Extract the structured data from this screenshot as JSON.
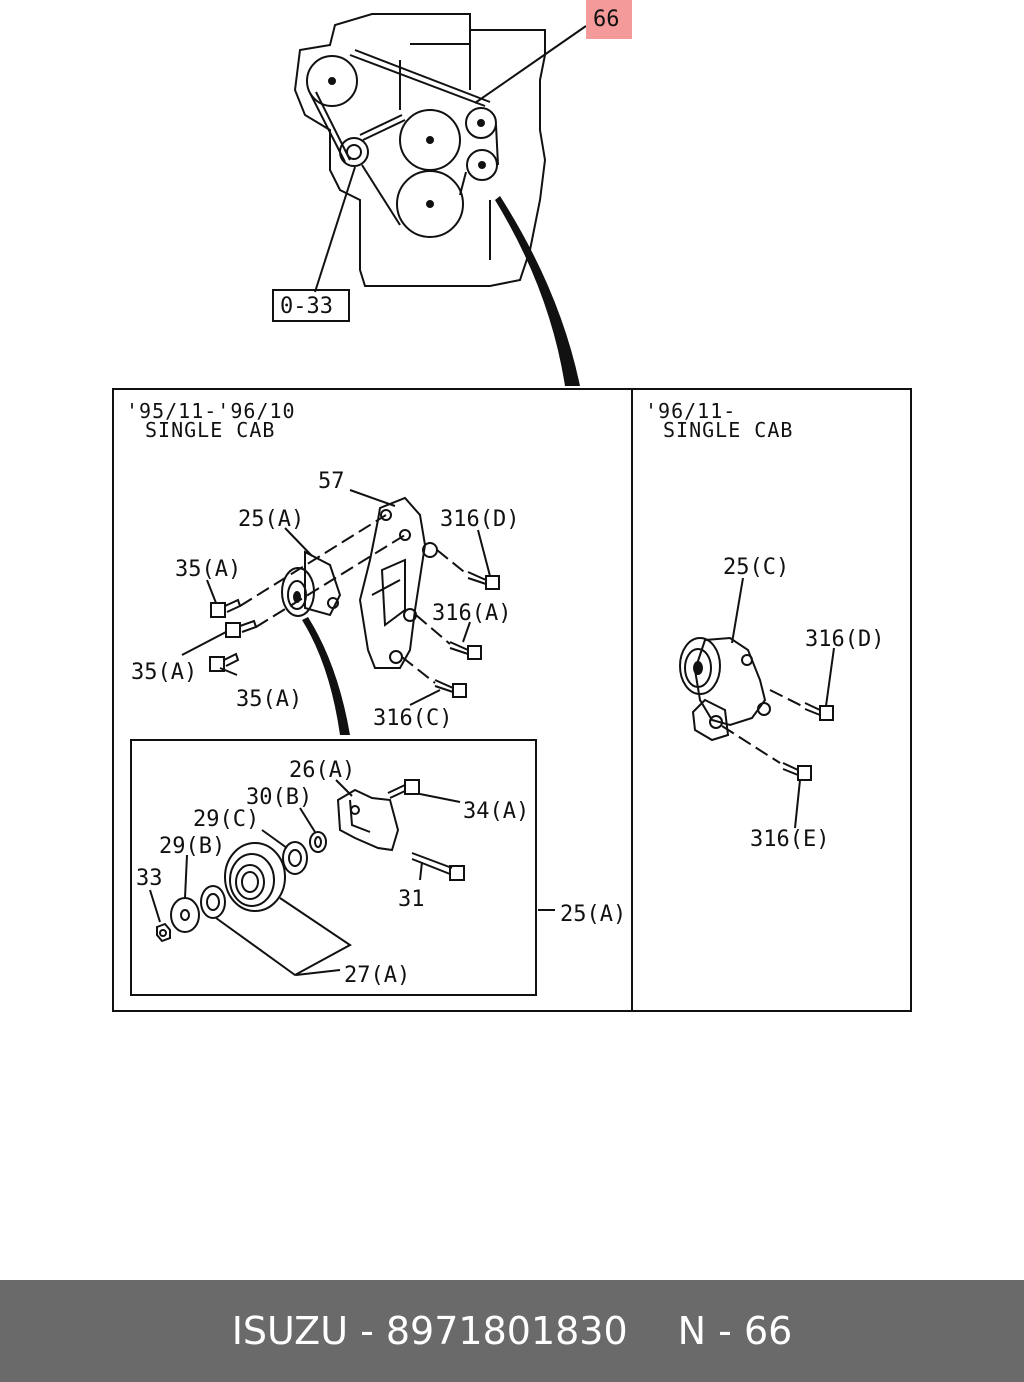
{
  "callouts": {
    "ref_66": "66",
    "ref_0_33": "0-33",
    "l_57": "57",
    "l_25a": "25(A)",
    "l_316d_left": "316(D)",
    "l_35a_top": "35(A)",
    "l_316a": "316(A)",
    "l_35a_mid": "35(A)",
    "l_35a_bot": "35(A)",
    "l_316c": "316(C)",
    "l_26a": "26(A)",
    "l_30b": "30(B)",
    "l_29c": "29(C)",
    "l_34a": "34(A)",
    "l_29b": "29(B)",
    "l_33": "33",
    "l_31": "31",
    "l_25a_side": "25(A)",
    "l_27a": "27(A)",
    "l_25c": "25(C)",
    "l_316d_right": "316(D)",
    "l_316e": "316(E)"
  },
  "panels": {
    "left_line1": "'95/11-'96/10",
    "left_line2": "SINGLE CAB",
    "right_line1": "'96/11-",
    "right_line2": "SINGLE CAB"
  },
  "footer": {
    "brand": "ISUZU - 8971801830",
    "page": "N - 66"
  },
  "colors": {
    "highlight": "#f49a9a",
    "footer_bg": "#6a6a6a",
    "line": "#111111"
  }
}
